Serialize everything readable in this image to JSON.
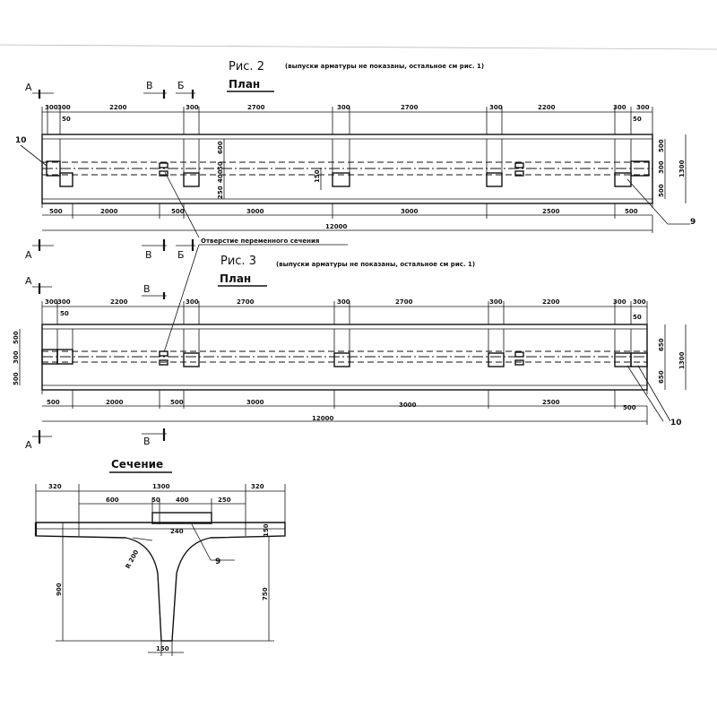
{
  "fig2": {
    "caption": "Рис. 2",
    "note": "(выпуски арматуры не показаны, остальное  см  рис. 1)",
    "plan_title": "План",
    "section_labels": {
      "a": "А",
      "b": "Б",
      "v": "В"
    },
    "top_dims": [
      "300",
      "300",
      "2200",
      "300",
      "2700",
      "300",
      "2700",
      "300",
      "2200",
      "300",
      "300"
    ],
    "small_50_left": "50",
    "small_50_right": "50",
    "bottom_dims": [
      "500",
      "2000",
      "500",
      "3000",
      "3000",
      "2500",
      "500"
    ],
    "total": "12000",
    "right_dims": [
      "500",
      "300",
      "500"
    ],
    "right_total": "1300",
    "inner_vertical": [
      "600",
      "50",
      "400",
      "250"
    ],
    "inner_150": "150",
    "callout_left": "10",
    "callout_right": "9",
    "hole_note": "Отверстие переменного сечения"
  },
  "fig3": {
    "caption": "Рис. 3",
    "note": "(выпуски арматуры не показаны, остальное  см  рис. 1)",
    "plan_title": "План",
    "section_labels": {
      "a": "А",
      "v": "В"
    },
    "top_dims": [
      "300",
      "300",
      "2200",
      "300",
      "2700",
      "300",
      "2700",
      "300",
      "2200",
      "300",
      "300"
    ],
    "small_50_left": "50",
    "small_50_right": "50",
    "bottom_dims": [
      "500",
      "2000",
      "500",
      "3000",
      "3000",
      "2500",
      "500"
    ],
    "total": "12000",
    "left_dims": [
      "500",
      "300",
      "500"
    ],
    "right_dims": [
      "650",
      "650"
    ],
    "right_total": "1300",
    "callout_right": "10"
  },
  "section": {
    "title": "Сечение",
    "top_dims": [
      "320",
      "1300",
      "320"
    ],
    "mid_dims": [
      "600",
      "50",
      "400",
      "250"
    ],
    "radius": "R 200",
    "web_top": "240",
    "flange": "150",
    "height": "900",
    "web_height": "750",
    "web_bottom": "150",
    "callout": "9"
  }
}
